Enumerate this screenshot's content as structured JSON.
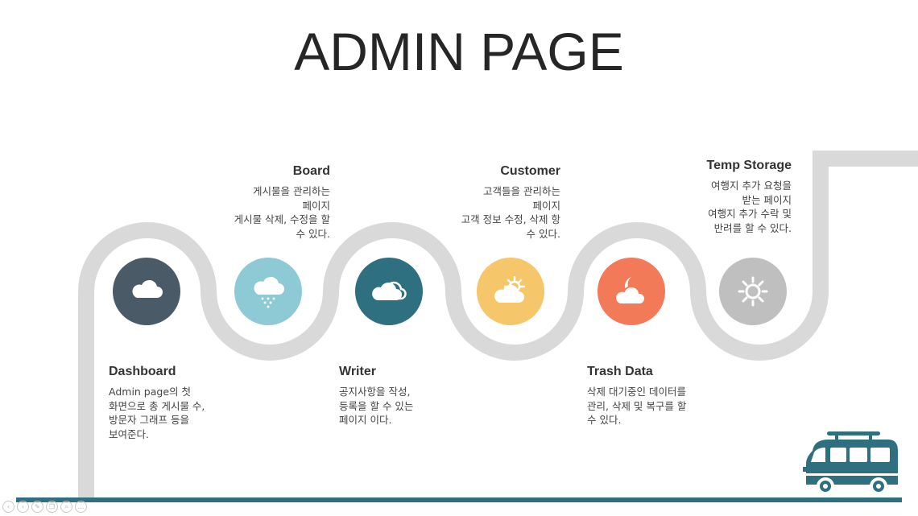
{
  "title": "ADMIN PAGE",
  "colors": {
    "road": "#d9d9d9",
    "bar": "#2e6f80",
    "dashboard": "#4b5a67",
    "board": "#8ec9d6",
    "writer": "#2e6f80",
    "customer": "#f6c66a",
    "trash": "#f27a59",
    "temp": "#bfbfbf"
  },
  "steps": {
    "dashboard": {
      "icon": "cloud-icon",
      "heading": "Dashboard",
      "lines": [
        "Admin page의 첫",
        "화면으로 총 게시물 수,",
        "방문자 그래프 등을",
        "보여준다."
      ]
    },
    "board": {
      "icon": "cloud-rain-icon",
      "heading": "Board",
      "lines": [
        "게시물을 관리하는",
        "페이지",
        "게시물 삭제, 수정을 할",
        "수 있다."
      ]
    },
    "writer": {
      "icon": "cloudy-icon",
      "heading": "Writer",
      "lines": [
        "공지사항을 작성,",
        "등록을 할 수 있는",
        "페이지 이다."
      ]
    },
    "customer": {
      "icon": "partly-sunny-icon",
      "heading": "Customer",
      "lines": [
        "고객들을 관리하는",
        "페이지",
        "고객 정보 수정, 삭제 항",
        "수 있다."
      ]
    },
    "trash": {
      "icon": "night-cloud-icon",
      "heading": "Trash Data",
      "lines": [
        "삭제 대기중인 데이터를",
        "관리, 삭제 및 복구를 할",
        "수 있다."
      ]
    },
    "temp": {
      "icon": "sun-icon",
      "heading": "Temp Storage",
      "lines": [
        "여행지 추가 요청을",
        "받는 페이지",
        "여행지 추가 수락 및",
        "반려를 할 수 있다."
      ]
    }
  },
  "decoration": {
    "van_icon": "camper-van-icon"
  },
  "toolbar": {
    "icons": [
      "back-icon",
      "play-icon",
      "pen-icon",
      "copy-icon",
      "zoom-icon",
      "more-icon"
    ],
    "glyphs": [
      "‹",
      "›",
      "✎",
      "❐",
      "⌕",
      "…"
    ]
  }
}
